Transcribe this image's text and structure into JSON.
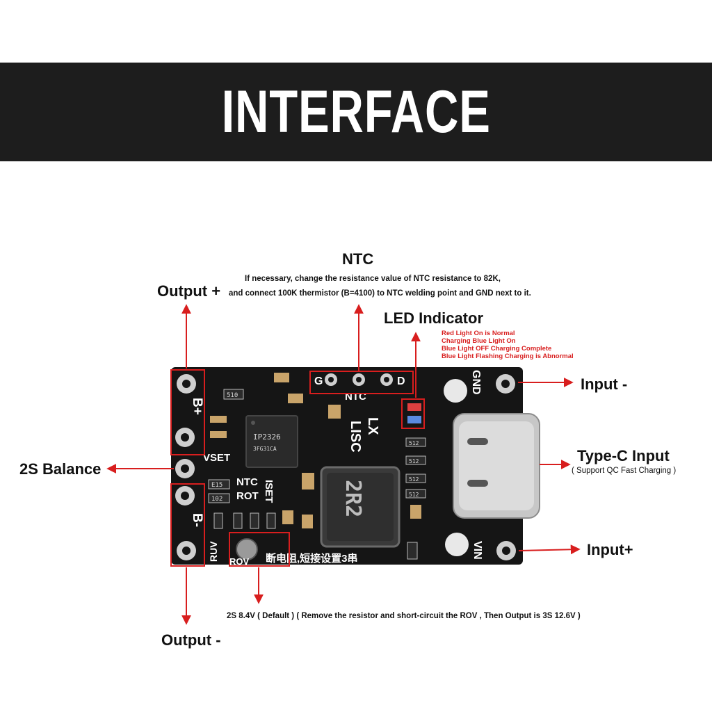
{
  "title": "INTERFACE",
  "colors": {
    "banner": "#1d1d1d",
    "board": "#151515",
    "callout": "#d81e1e",
    "pad": "#cfcfcf",
    "usb_shell": "#c7c7c7"
  },
  "labels": {
    "ntc_title": "NTC",
    "ntc_desc_1": "If necessary, change the resistance value of NTC resistance to 82K,",
    "ntc_desc_2": "and connect 100K thermistor (B=4100) to NTC welding point and GND next to it.",
    "output_plus": "Output +",
    "output_minus": "Output -",
    "led_title": "LED Indicator",
    "led_notes": [
      "Red Light On is Normal",
      "Charging Blue Light On",
      "Blue Light OFF Charging Complete",
      "Blue Light Flashing Charging is Abnormal"
    ],
    "input_minus": "Input -",
    "input_plus": "Input+",
    "typec_title": "Type-C Input",
    "typec_sub": "( Support QC Fast Charging )",
    "balance": "2S Balance",
    "rov_note": "2S 8.4V ( Default )   ( Remove the resistor and short-circuit the ROV , Then Output is 3S 12.6V )"
  },
  "board": {
    "silk_g": "G",
    "silk_d": "D",
    "silk_ntc_top": "NTC",
    "silk_lx": "LX",
    "silk_lisc": "LISC",
    "silk_gnd": "GND",
    "silk_vin": "VIN",
    "silk_bplus": "B+",
    "silk_bminus": "B-",
    "silk_vset": "VSET",
    "silk_ntc": "NTC",
    "silk_rot": "ROT",
    "silk_iset": "ISET",
    "silk_ruv": "RUV",
    "silk_rov": "ROV",
    "chip_marking_1": "IP2326",
    "chip_marking_2": "3FG31CA",
    "inductor_marking": "2R2",
    "chinese_text": "断电阻,短接设置3串",
    "res_codes": [
      "510",
      "E15",
      "102",
      "512",
      "512",
      "512",
      "512"
    ]
  }
}
